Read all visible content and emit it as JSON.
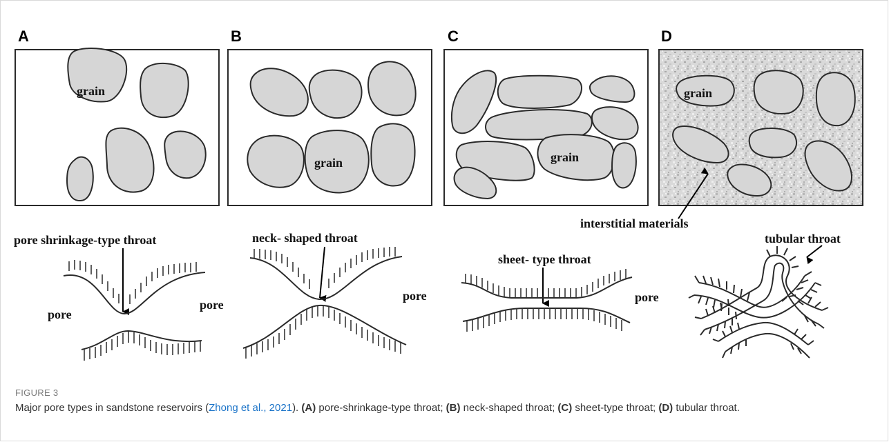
{
  "panels": {
    "a": {
      "letter": "A",
      "grain_label": "grain",
      "throat_label": "pore shrinkage-type throat",
      "pore_left": "pore",
      "pore_right": "pore"
    },
    "b": {
      "letter": "B",
      "grain_label": "grain",
      "throat_label": "neck- shaped throat",
      "pore_right": "pore"
    },
    "c": {
      "letter": "C",
      "grain_label": "grain",
      "throat_label": "sheet- type throat",
      "pore_right": "pore"
    },
    "d": {
      "letter": "D",
      "grain_label": "grain",
      "interstitial_label": "interstitial materials",
      "throat_label": "tubular throat"
    }
  },
  "caption": {
    "label": "FIGURE 3",
    "intro": "Major pore types in sandstone reservoirs (",
    "citation": "Zhong et al., 2021",
    "after_citation": "). ",
    "a_tag": "(A)",
    "a_text": " pore-shrinkage-type throat; ",
    "b_tag": "(B)",
    "b_text": " neck-shaped throat; ",
    "c_tag": "(C)",
    "c_text": " sheet-type throat; ",
    "d_tag": "(D)",
    "d_text": " tubular throat."
  },
  "colors": {
    "grain_fill": "#d6d6d6",
    "outline": "#2a2a2a",
    "caption_link": "#1a73c8"
  }
}
